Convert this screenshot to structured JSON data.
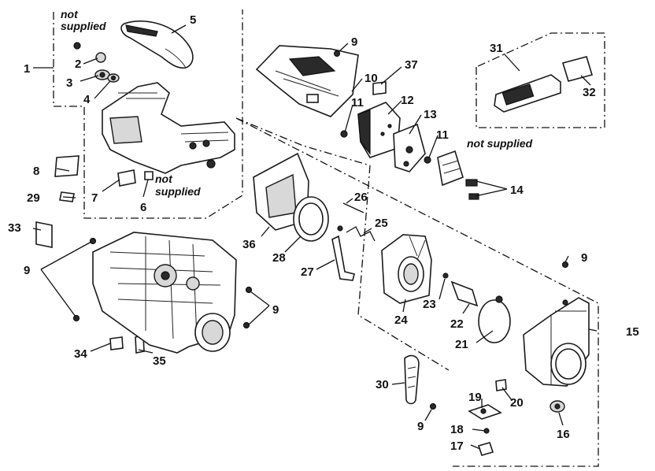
{
  "notes": {
    "not_supplied_top_line1": "not",
    "not_supplied_top_line2": "supplied",
    "not_supplied_mid_line1": "not",
    "not_supplied_mid_line2": "supplied",
    "not_supplied_right": "not supplied"
  },
  "labels": {
    "l1": "1",
    "l2": "2",
    "l3": "3",
    "l4": "4",
    "l5": "5",
    "l6": "6",
    "l7": "7",
    "l8": "8",
    "l9a": "9",
    "l9b": "9",
    "l9c": "9",
    "l9d": "9",
    "l9e": "9",
    "l10": "10",
    "l11a": "11",
    "l11b": "11",
    "l12": "12",
    "l13": "13",
    "l14": "14",
    "l15": "15",
    "l16": "16",
    "l17": "17",
    "l18": "18",
    "l19": "19",
    "l20": "20",
    "l21": "21",
    "l22": "22",
    "l23": "23",
    "l24": "24",
    "l25": "25",
    "l26": "26",
    "l27": "27",
    "l28": "28",
    "l29": "29",
    "l30": "30",
    "l31": "31",
    "l32": "32",
    "l33": "33",
    "l34": "34",
    "l35": "35",
    "l36": "36",
    "l37": "37"
  }
}
